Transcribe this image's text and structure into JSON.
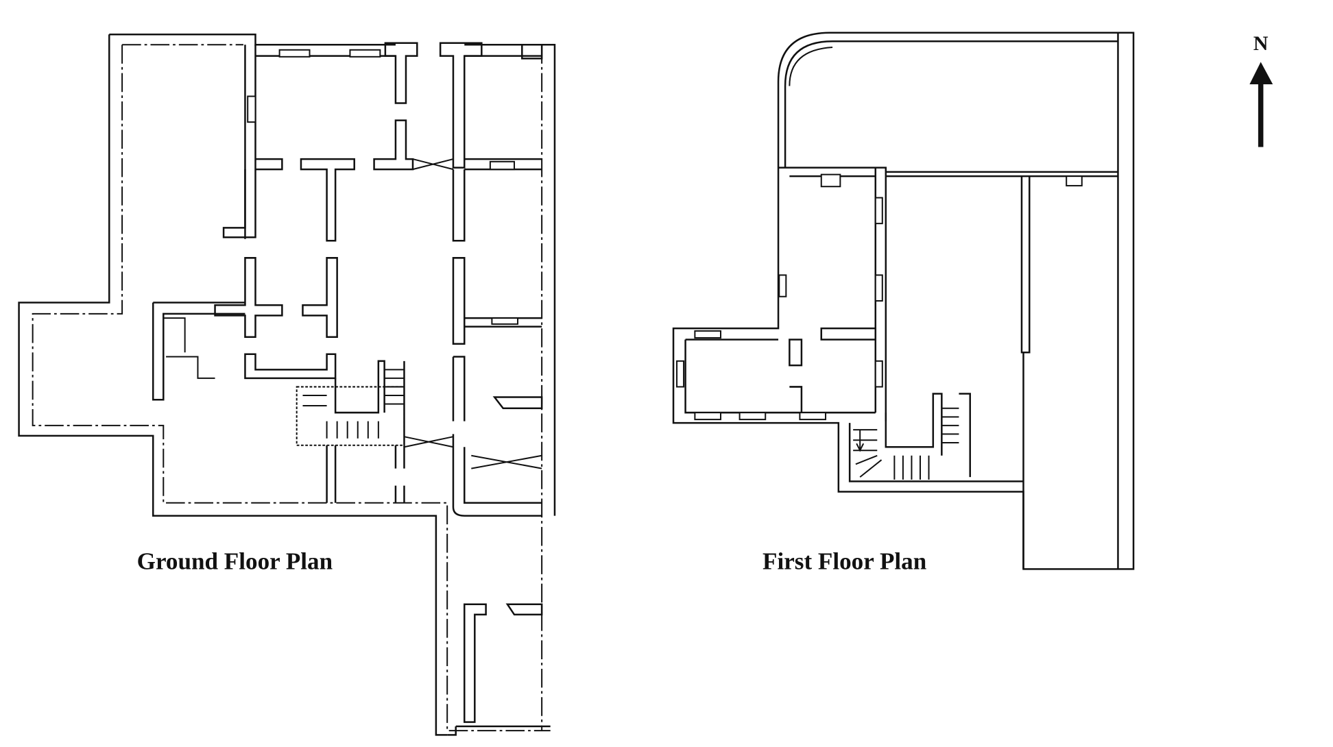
{
  "labels": {
    "ground_floor": "Ground Floor Plan",
    "first_floor": "First Floor Plan",
    "north": "N"
  },
  "colors": {
    "ink": "#111111",
    "background": "#ffffff"
  }
}
